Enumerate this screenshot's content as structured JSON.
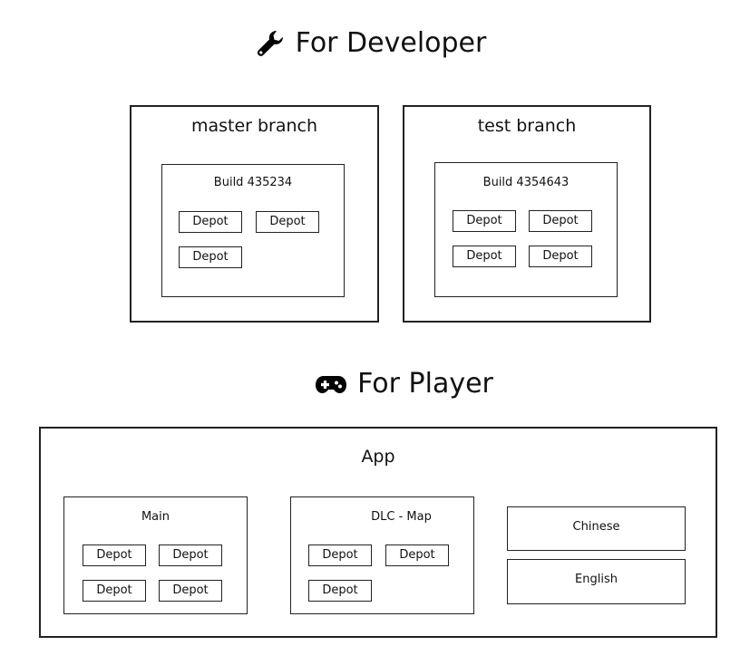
{
  "developer": {
    "heading": "For Developer",
    "icon": "wrench-icon",
    "branches": [
      {
        "label": "master branch",
        "build": {
          "label": "Build 435234",
          "depots": [
            "Depot",
            "Depot",
            "Depot"
          ]
        }
      },
      {
        "label": "test branch",
        "build": {
          "label": "Build 4354643",
          "depots": [
            "Depot",
            "Depot",
            "Depot",
            "Depot"
          ]
        }
      }
    ]
  },
  "player": {
    "heading": "For Player",
    "icon": "gamepad-icon",
    "app": {
      "label": "App",
      "packages": [
        {
          "label": "Main",
          "depots": [
            "Depot",
            "Depot",
            "Depot",
            "Depot"
          ]
        },
        {
          "label": "DLC - Map",
          "depots": [
            "Depot",
            "Depot",
            "Depot"
          ]
        }
      ],
      "languages": [
        "Chinese",
        "English"
      ]
    }
  }
}
